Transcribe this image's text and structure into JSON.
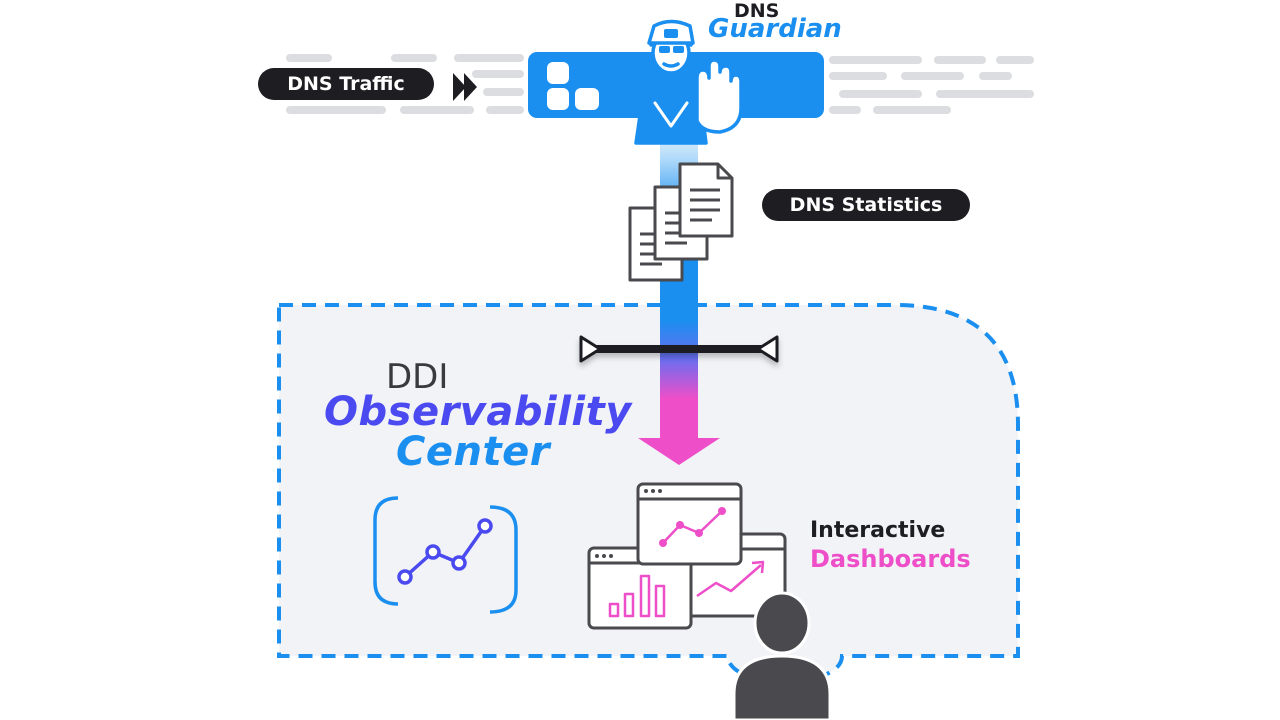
{
  "labels": {
    "dns_traffic": "DNS Traffic",
    "dns_statistics": "DNS Statistics",
    "guardian_prefix": "DNS",
    "guardian_name": "Guardian",
    "ddi_prefix": "DDI",
    "observability": "Observability",
    "center": "Center",
    "interactive": "Interactive",
    "dashboards": "Dashboards"
  },
  "colors": {
    "brand_blue": "#1a8ff0",
    "brand_violet": "#4a4af0",
    "accent_pink": "#ee4fc9",
    "dark": "#1e1e22",
    "panel_bg": "#f1f3f7",
    "traffic_dash": "#dcdde0",
    "icon_gray": "#4a4a4e"
  },
  "icons": [
    "fast-forward-icon",
    "server-icon",
    "security-guard-icon",
    "stop-hand-icon",
    "documents-icon",
    "collector-bar-icon",
    "line-chart-icon",
    "dashboard-windows-icon",
    "user-icon"
  ]
}
